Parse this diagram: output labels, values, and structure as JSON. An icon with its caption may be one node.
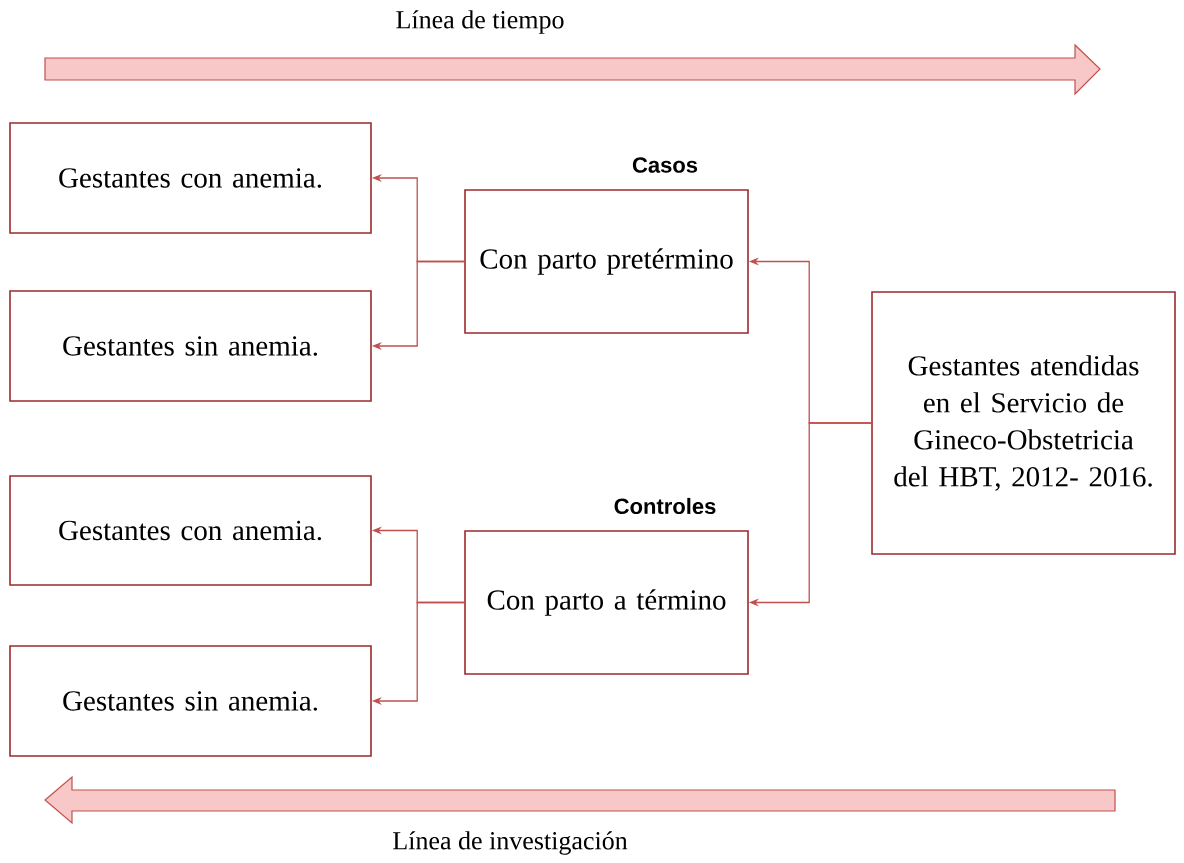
{
  "diagram": {
    "nodes": [
      {
        "text": [
          "Gestantes con anemia."
        ]
      },
      {
        "text": [
          "Gestantes sin anemia."
        ]
      },
      {
        "text": [
          "Casos",
          "Con parto pretérmino"
        ]
      },
      {
        "text": [
          "Gestantes con anemia."
        ]
      },
      {
        "text": [
          "Gestantes sin anemia."
        ]
      },
      {
        "text": [
          "Controles",
          "Con parto a término"
        ]
      },
      {
        "text": [
          "Gestantes atendidas en el Servicio de Gineco-Obstetricia del HBT, 2012- 2016."
        ]
      }
    ],
    "edges": [
      {
        "from": 6,
        "to": 2,
        "arrow": "to"
      },
      {
        "from": 6,
        "to": 5,
        "arrow": "to"
      },
      {
        "from": 2,
        "to": 0,
        "arrow": "to"
      },
      {
        "from": 2,
        "to": 1,
        "arrow": "to"
      },
      {
        "from": 5,
        "to": 3,
        "arrow": "to"
      },
      {
        "from": 5,
        "to": 4,
        "arrow": "to"
      }
    ],
    "labels": [
      "Línea de tiempo",
      "Línea de investigación"
    ]
  }
}
